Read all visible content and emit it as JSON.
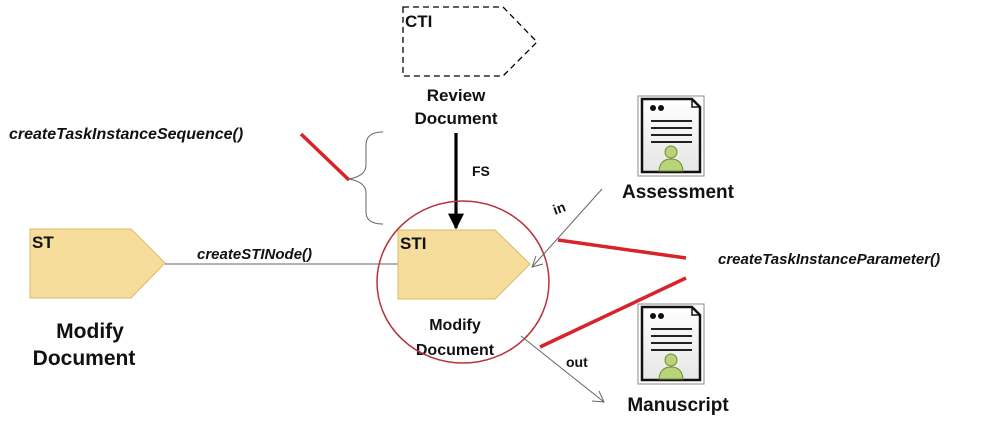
{
  "nodes": {
    "cti": {
      "tag": "CTI",
      "caption_line1": "Review",
      "caption_line2": "Document"
    },
    "st": {
      "tag": "ST",
      "caption_line1": "Modify",
      "caption_line2": "Document"
    },
    "sti": {
      "tag": "STI",
      "caption_line1": "Modify",
      "caption_line2": "Document"
    },
    "assessment": {
      "caption": "Assessment"
    },
    "manuscript": {
      "caption": "Manuscript"
    }
  },
  "edges": {
    "fs_label": "FS",
    "in_label": "in",
    "out_label": "out",
    "create_sti_node": "createSTINode()"
  },
  "callouts": {
    "sequence": "createTaskInstanceSequence()",
    "parameter": "createTaskInstanceParameter()"
  },
  "colors": {
    "node_fill": "#f7dd9c",
    "node_stroke": "#d9b96a",
    "callout_red": "#d8232a",
    "circle_red": "#b8323a"
  }
}
